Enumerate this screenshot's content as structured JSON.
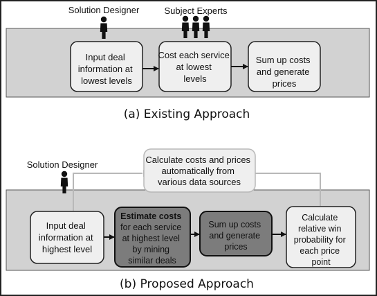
{
  "section_a": {
    "caption": "(a) Existing Approach",
    "roles": {
      "designer": "Solution Designer",
      "experts": "Subject Experts"
    },
    "steps": [
      [
        "Input deal",
        "information at",
        "lowest levels"
      ],
      [
        "Cost each service",
        "at lowest",
        "levels"
      ],
      [
        "Sum up costs",
        "and generate",
        "prices"
      ]
    ]
  },
  "section_b": {
    "caption": "(b) Proposed Approach",
    "role": "Solution Designer",
    "top_step": [
      "Calculate costs and prices",
      "automatically from",
      "various data sources"
    ],
    "steps": [
      [
        "Input deal",
        "information at",
        "highest level"
      ],
      [
        "Estimate costs",
        "for each service",
        "at highest level",
        "by mining",
        "similar deals"
      ],
      [
        "Sum up costs",
        "and generate",
        "prices"
      ],
      [
        "Calculate",
        "relative win",
        "probability for",
        "each price",
        "point"
      ]
    ]
  },
  "colors": {
    "panel": "#d2d2d2",
    "box": "#efefef",
    "box_dark": "#7c7c7c",
    "light_arrow": "#b8b8b8",
    "outer_border": "#222222"
  },
  "icons": {
    "person": "person-icon"
  }
}
